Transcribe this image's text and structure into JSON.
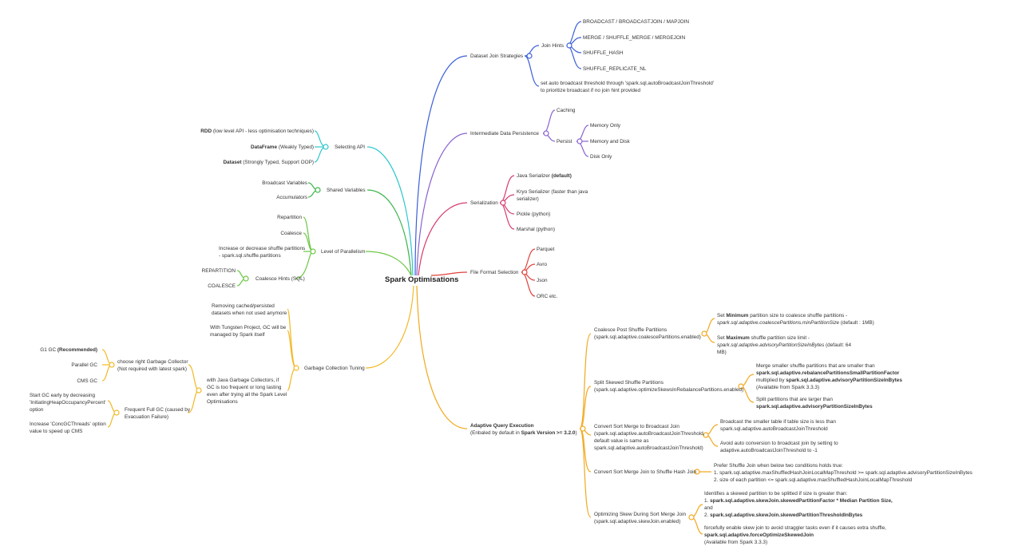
{
  "root": "Spark Optimisations",
  "colors": {
    "join": "#3a5fd9",
    "persistence": "#8a63d2",
    "serialization": "#d63e6e",
    "file_format": "#e0413a",
    "aqe": "#f2a81d",
    "selecting_api": "#2ec6cf",
    "shared": "#3bb54a",
    "parallelism": "#6cc644",
    "gc": "#f2b824"
  },
  "right": {
    "join": {
      "label": "Dataset Join Strategies",
      "hints_label": "Join Hints",
      "hints": [
        "BROADCAST / BROADCASTJOIN / MAPJOIN",
        "MERGE / SHUFFLE_MERGE / MERGEJOIN",
        "SHUFFLE_HASH",
        "SHUFFLE_REPLICATE_NL"
      ],
      "note_line1": "set auto broadcast threshold through 'spark.sql.autoBroadcastJoinThreshold'",
      "note_line2": "to prioritize broadcast if no join hint provided"
    },
    "persistence": {
      "label": "Intermediate Data Persistence",
      "caching": "Caching",
      "persist": "Persist",
      "levels": [
        "Memory Only",
        "Memory and Disk",
        "Disk Only"
      ]
    },
    "serialization": {
      "label": "Serialization",
      "java_prefix": "Java Serializer ",
      "java_bold": "(default)",
      "kryo_line1": "Kryo Serializer (faster than java",
      "kryo_line2": "serializer)",
      "pickle": "Pickle (python)",
      "marshal": "Marshal (python)"
    },
    "file_format": {
      "label": "File Format Selection",
      "formats": [
        "Parquet",
        "Avro",
        "Json",
        "ORC etc."
      ]
    },
    "aqe": {
      "label": "Adaptive Query Execution",
      "sub_prefix": "(Enbaled by default in ",
      "sub_bold": "Spark Version >= 3.2.0",
      "sub_suffix": ")",
      "coalesce": {
        "label_line1": "Coalesce Post Shuffle Partitions",
        "label_line2": "(spark.sql.adaptive.coalescePartitions.enabled)",
        "min_a": "Set ",
        "min_b": "Minimum",
        "min_c": " partition size to coalesce shuffle partitions -",
        "min_d": "spark.sql.adaptive.coalescePartitions.minPartitionSize",
        "min_e": " (default : 1MB)",
        "max_a": "Set ",
        "max_b": "Maximum",
        "max_c": " shuffle partition size limit -",
        "max_d": "spark.sql.adaptive.advisoryPartitionSizeInBytes",
        "max_e": " (default: 64",
        "max_f": "MB)"
      },
      "split": {
        "label_line1": "Split Skewed Shuffle Partitions",
        "label_line2": "(spark.sql.adaptive.optimizeSkewsInRebalancePartitions.enabled)",
        "merge_line1": "Merge smaller shuffle partitions that are smaller than",
        "merge_line2": "spark.sql.adaptive.rebalancePartitionsSmallPartitionFactor",
        "merge_line3a": "multiplied by ",
        "merge_line3b": "spark.sql.adaptive.advisoryPartitionSizeInBytes",
        "merge_line4": "(Available from Spark 3.3.3)",
        "larger_line1": "Split partitions that are larger than",
        "larger_line2": "spark.sql.adaptive.advisoryPartitionSizeInBytes"
      },
      "broadcast": {
        "label_line1": "Convert Sort Merge to Broadcast Join",
        "label_line2": "(spark.sql.adaptive.autoBroadcastJoinThreshold,",
        "label_line3": "default value is same as",
        "label_line4": "spark.sql.adaptive.autoBroadcastJoinThreshold)",
        "smaller_line1": "Broadcast the smaller table if table size is less than",
        "smaller_line2": "spark.sql.adaptive.autoBroadcastJoinThreshold",
        "avoid_line1": "Avoid auto conversion to broadcast join by setting to",
        "avoid_line2": "adaptive.autoBroadcastJoinThreshold to -1"
      },
      "shuffle_hash": {
        "label": "Convert Sort Merge Join to Shuffle Hash Join",
        "prefer_line1": "Prefer Shuffle Join when below two conditions holds true:",
        "prefer_line2": "1. spark.sql.adaptive.maxShuffledHashJoinLocalMapThreshold >= spark.sql.adaptive.advisoryPartitionSizeInBytes",
        "prefer_line3": "2. size of each partition <= spark.sql.adaptive.maxShuffledHashJoinLocalMapThreshold"
      },
      "skew": {
        "label_line1": "Optimizing Skew During Sort Merge Join",
        "label_line2": "(spark.sql.adaptive.skewJoin.enabled)",
        "ident_line1": "Identifies a skewed partition to be splitted if size is greater than:",
        "ident_line2a": "1. ",
        "ident_line2b": "spark.sql.adaptive.skewJoin.skewedPartitionFactor * Median Partition Size,",
        "ident_line3": "and",
        "ident_line4a": "2. ",
        "ident_line4b": "spark.sql.adaptive.skewJoin.skewedPartitionThresholdInBytes",
        "force_line1": "forcefully enable skew join to avoid straggler tasks even if it causes extra shuffle,",
        "force_line2": "spark.sql.adaptive.forceOptimizeSkewedJoin",
        "force_line3": "(Available from Spark 3.3.3)"
      }
    }
  },
  "left": {
    "selecting_api": {
      "label": "Selecting API",
      "rdd_bold": "RDD",
      "rdd_rest": " (low level API - less optimisation techniques)",
      "df_bold": "DataFrame",
      "df_rest": " (Weakly Typed)",
      "ds_bold": "Dataset",
      "ds_rest": " (Strongly Typed, Support OOP)"
    },
    "shared": {
      "label": "Shared Variables",
      "items": [
        "Broadcast Variables",
        "Accumulators"
      ]
    },
    "parallelism": {
      "label": "Level of Parallelism",
      "repartition": "Repartition",
      "coalesce": "Coalesce",
      "shuffle_line1": "Increase or decrease shuffle partitions",
      "shuffle_line2": "- spark.sql.shuffle.partitions",
      "hints_label": "Coalesce Hints (SQL)",
      "hints": [
        "REPARTITION",
        "COALESCE"
      ]
    },
    "gc": {
      "label": "Garbage Collection Tuning",
      "remove_line1": "Removing cached/persisted",
      "remove_line2": "datasets when not used anymore",
      "tungsten_line1": "With Tungsten Project, GC will be",
      "tungsten_line2": "managed by Spark itself",
      "java_line1": "with Java Garbage Collectors, if",
      "java_line2": "GC is too frequent or long lasting",
      "java_line3": "even after trying all the Spark Level",
      "java_line4": "Optimisations",
      "choose_line1": "choose right Garbage Collector",
      "choose_line2": "(Not required with latest spark)",
      "g1_a": "G1 GC ",
      "g1_b": "(Recommended)",
      "parallel": "Parallel GC",
      "cms": "CMS GC",
      "full_line1": "Frequent Full GC (caused by",
      "full_line2": "Evacuation Failure)",
      "early_line1": "Start GC early by decreasing",
      "early_line2": "'InitiatingHeapOccupancyPercent'",
      "early_line3": "option",
      "conc_line1": "Increase 'ConcGCThreads' option",
      "conc_line2": "value to speed up CMS"
    }
  }
}
